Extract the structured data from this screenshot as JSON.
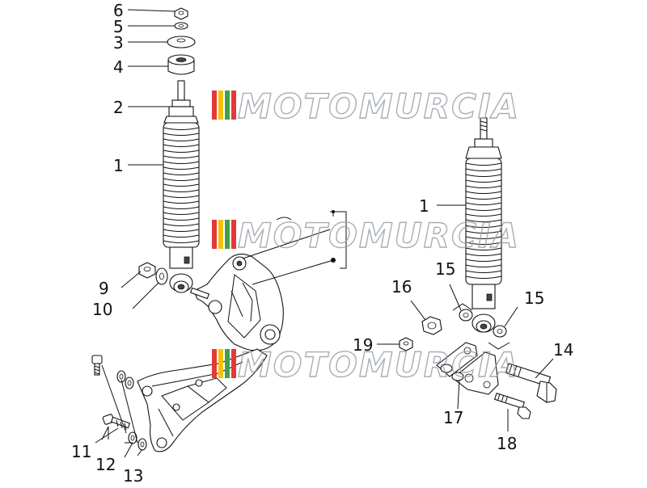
{
  "watermark": {
    "text": "MOTOMURCIA",
    "stripe_colors": [
      "#e53935",
      "#f4c20d",
      "#43a047",
      "#e53935"
    ]
  },
  "callouts": {
    "c1_left": "1",
    "c1_right": "1",
    "c2": "2",
    "c3": "3",
    "c4": "4",
    "c5": "5",
    "c6": "6",
    "c9": "9",
    "c10": "10",
    "c11": "11",
    "c12": "12",
    "c13": "13",
    "c14": "14",
    "c15_left": "15",
    "c15_right": "15",
    "c16": "16",
    "c17": "17",
    "c18": "18",
    "c19": "19"
  }
}
